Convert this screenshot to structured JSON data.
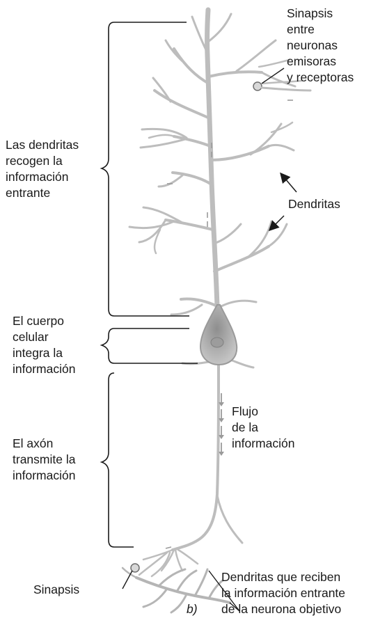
{
  "labels": {
    "sinapsis_top": "Sinapsis\nentre\nneuronas\nemisoras\ny receptoras",
    "dendritas_recogen": "Las dendritas\nrecogen la\ninformación\nentrante",
    "dendritas": "Dendritas",
    "cuerpo_celular": "El cuerpo\ncelular\nintegra la\ninformación",
    "flujo": "Flujo\nde la\ninformación",
    "axon": "El axón\ntransmite la\ninformación",
    "sinapsis_bottom": "Sinapsis",
    "dendritas_reciben": "Dendritas que reciben\nla información entrante\nde la neurona objetivo",
    "panel": "b)"
  },
  "colors": {
    "neuron": "#bdbdbd",
    "neuron_dark": "#9a9a9a",
    "soma": "#a8a8a8",
    "line": "#1a1a1a"
  }
}
